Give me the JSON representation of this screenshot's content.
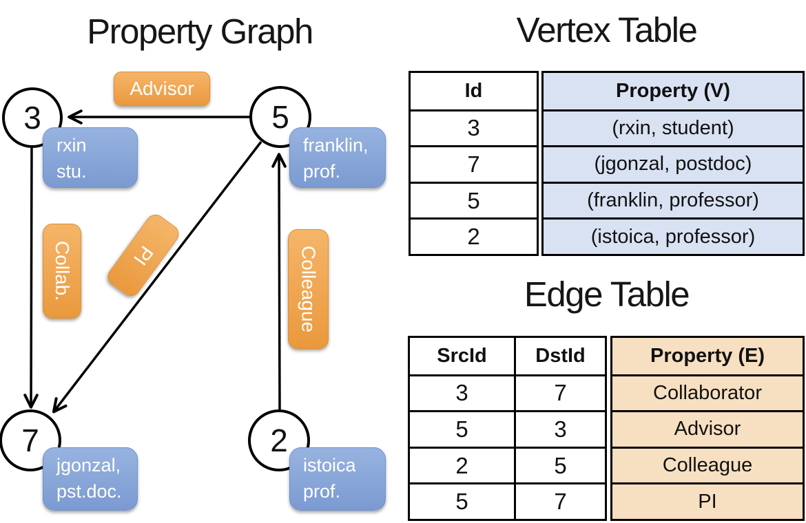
{
  "colors": {
    "edge_label_orange": "#eda04f",
    "vertex_box_blue": "#82a3d8",
    "vertex_cell_bg": "#d9e2f3",
    "edge_cell_bg": "#f7dfc1",
    "line_color": "#000000"
  },
  "graph": {
    "title": "Property Graph",
    "nodes": [
      {
        "id": "3"
      },
      {
        "id": "5"
      },
      {
        "id": "7"
      },
      {
        "id": "2"
      }
    ],
    "vertex_boxes": [
      {
        "line1": "rxin",
        "line2": "stu."
      },
      {
        "line1": "franklin,",
        "line2": "prof."
      },
      {
        "line1": "jgonzal,",
        "line2": "pst.doc."
      },
      {
        "line1": "istoica",
        "line2": "prof."
      }
    ],
    "edge_labels": [
      {
        "label": "Advisor"
      },
      {
        "label": "Collab."
      },
      {
        "label": "PI"
      },
      {
        "label": "Colleague"
      }
    ]
  },
  "vertex_table": {
    "title": "Vertex Table",
    "headers": {
      "id": "Id",
      "property": "Property (V)"
    },
    "rows": [
      {
        "id": "3",
        "property": "(rxin, student)"
      },
      {
        "id": "7",
        "property": "(jgonzal, postdoc)"
      },
      {
        "id": "5",
        "property": "(franklin, professor)"
      },
      {
        "id": "2",
        "property": "(istoica, professor)"
      }
    ]
  },
  "edge_table": {
    "title": "Edge Table",
    "headers": {
      "src": "SrcId",
      "dst": "DstId",
      "property": "Property (E)"
    },
    "rows": [
      {
        "src": "3",
        "dst": "7",
        "property": "Collaborator"
      },
      {
        "src": "5",
        "dst": "3",
        "property": "Advisor"
      },
      {
        "src": "2",
        "dst": "5",
        "property": "Colleague"
      },
      {
        "src": "5",
        "dst": "7",
        "property": "PI"
      }
    ]
  }
}
